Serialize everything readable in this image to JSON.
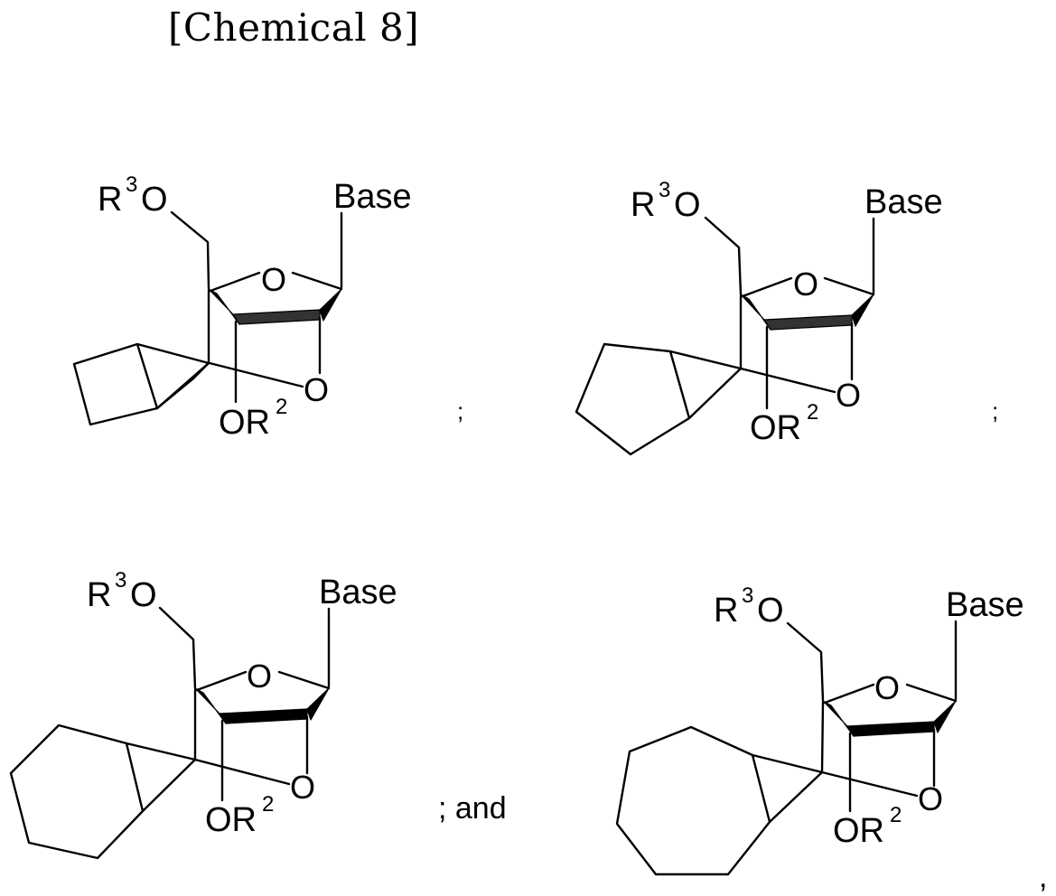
{
  "caption": "[Chemical 8]",
  "structures": [
    {
      "ring": "cyclobutane",
      "label_r3o": "R",
      "sup_r3o": "3",
      "label_o_r3": "O",
      "label_base": "Base",
      "label_ring_o": "O",
      "label_bridge_o": "O",
      "label_or2": "OR",
      "sup_or2": "2"
    },
    {
      "ring": "cyclopentane",
      "label_r3o": "R",
      "sup_r3o": "3",
      "label_o_r3": "O",
      "label_base": "Base",
      "label_ring_o": "O",
      "label_bridge_o": "O",
      "label_or2": "OR",
      "sup_or2": "2"
    },
    {
      "ring": "cyclohexane",
      "label_r3o": "R",
      "sup_r3o": "3",
      "label_o_r3": "O",
      "label_base": "Base",
      "label_ring_o": "O",
      "label_bridge_o": "O",
      "label_or2": "OR",
      "sup_or2": "2"
    },
    {
      "ring": "cycloheptane",
      "label_r3o": "R",
      "sup_r3o": "3",
      "label_o_r3": "O",
      "label_base": "Base",
      "label_ring_o": "O",
      "label_bridge_o": "O",
      "label_or2": "OR",
      "sup_or2": "2"
    }
  ],
  "separators": [
    ";",
    ";",
    "; and",
    ","
  ]
}
